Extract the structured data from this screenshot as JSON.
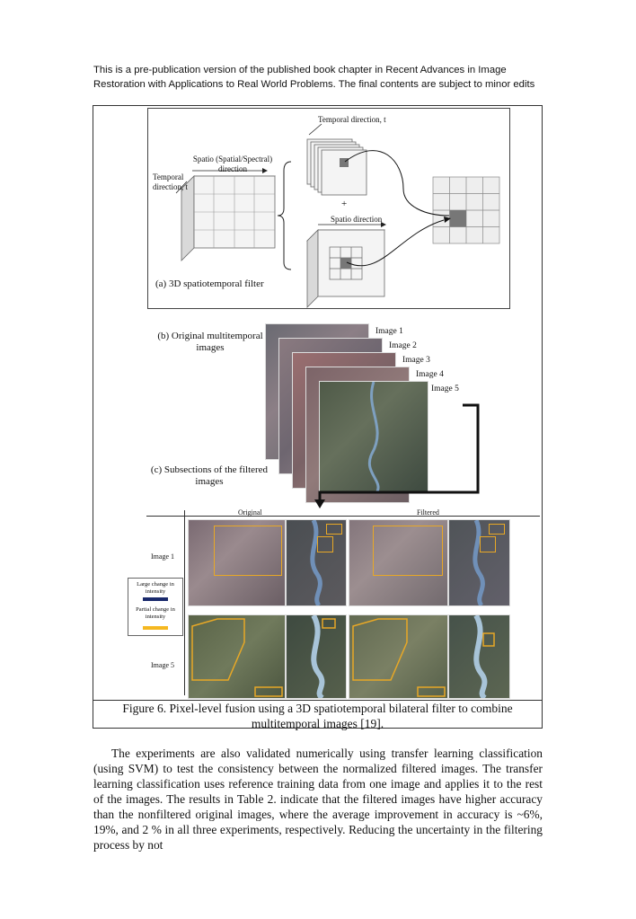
{
  "header": {
    "text": "This is a pre-publication version of the published book chapter in Recent Advances in Image Restoration with Applications to Real World Problems. The final contents are subject to minor edits"
  },
  "panel_a": {
    "spatio_label": "Spatio (Spatial/Spectral) direction",
    "temporal_label_left": "Temporal direction, t",
    "temporal_label_top": "Temporal direction, t",
    "plus": "+",
    "spatio_direction": "Spatio direction",
    "caption": "(a) 3D spatiotemporal filter"
  },
  "panel_b": {
    "caption": "(b) Original multitemporal images",
    "image_labels": [
      "Image 1",
      "Image 2",
      "Image 3",
      "Image 4",
      "Image 5"
    ]
  },
  "panel_c": {
    "caption": "(c) Subsections of the filtered images",
    "col_original": "Original",
    "col_filtered": "Filtered",
    "row_image1": "Image 1",
    "row_image5": "Image 5",
    "legend_large": "Large change in intensity",
    "legend_partial": "Partial change in intensity",
    "legend_large_color": "#1a2a6c",
    "legend_partial_color": "#f5b820",
    "highlight_color": "#e8a826"
  },
  "figure_caption": "Figure 6. Pixel-level fusion using a 3D spatiotemporal bilateral filter to combine multitemporal images [19].",
  "body": "The experiments are also validated numerically using transfer learning classification (using SVM) to test the consistency between the normalized filtered images. The transfer learning classification uses reference training data from one image and applies it to the rest of the images. The results in Table 2. indicate that the filtered images have higher accuracy than the nonfiltered original images, where the average improvement in accuracy is ~6%, 19%, and 2 % in all three experiments, respectively. Reducing the uncertainty in the filtering process by not"
}
